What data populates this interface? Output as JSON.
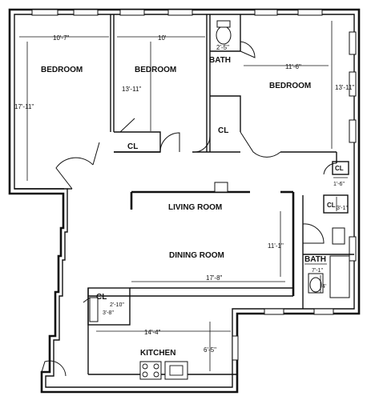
{
  "rooms": {
    "bedroom_1": "BEDROOM",
    "bedroom_2": "BEDROOM",
    "bedroom_3": "BEDROOM",
    "bath_1": "BATH",
    "bath_2": "BATH",
    "closet": "CL",
    "living_room": "LIVING ROOM",
    "dining_room": "DINING ROOM",
    "kitchen": "KITCHEN"
  },
  "dimensions": {
    "bed1_width": "10'-7\"",
    "bed1_height": "17'-11\"",
    "bed2_width": "10'",
    "bed2_height": "13'-11\"",
    "bath1_width": "2'-5\"",
    "bed3_width": "11'-6\"",
    "bed3_height": "13'-11\"",
    "hall_closet": "1'-6\"",
    "bath_closet": "3'-1\"",
    "dining_height": "11'-1\"",
    "dining_width": "17'-8\"",
    "bath2_width": "7'-1\"",
    "bath2_depth": "4'",
    "kitchen_closet_w": "2'-10\"",
    "kitchen_closet_d": "3'-8\"",
    "kitchen_width": "14'-4\"",
    "kitchen_height": "6'-5\""
  }
}
